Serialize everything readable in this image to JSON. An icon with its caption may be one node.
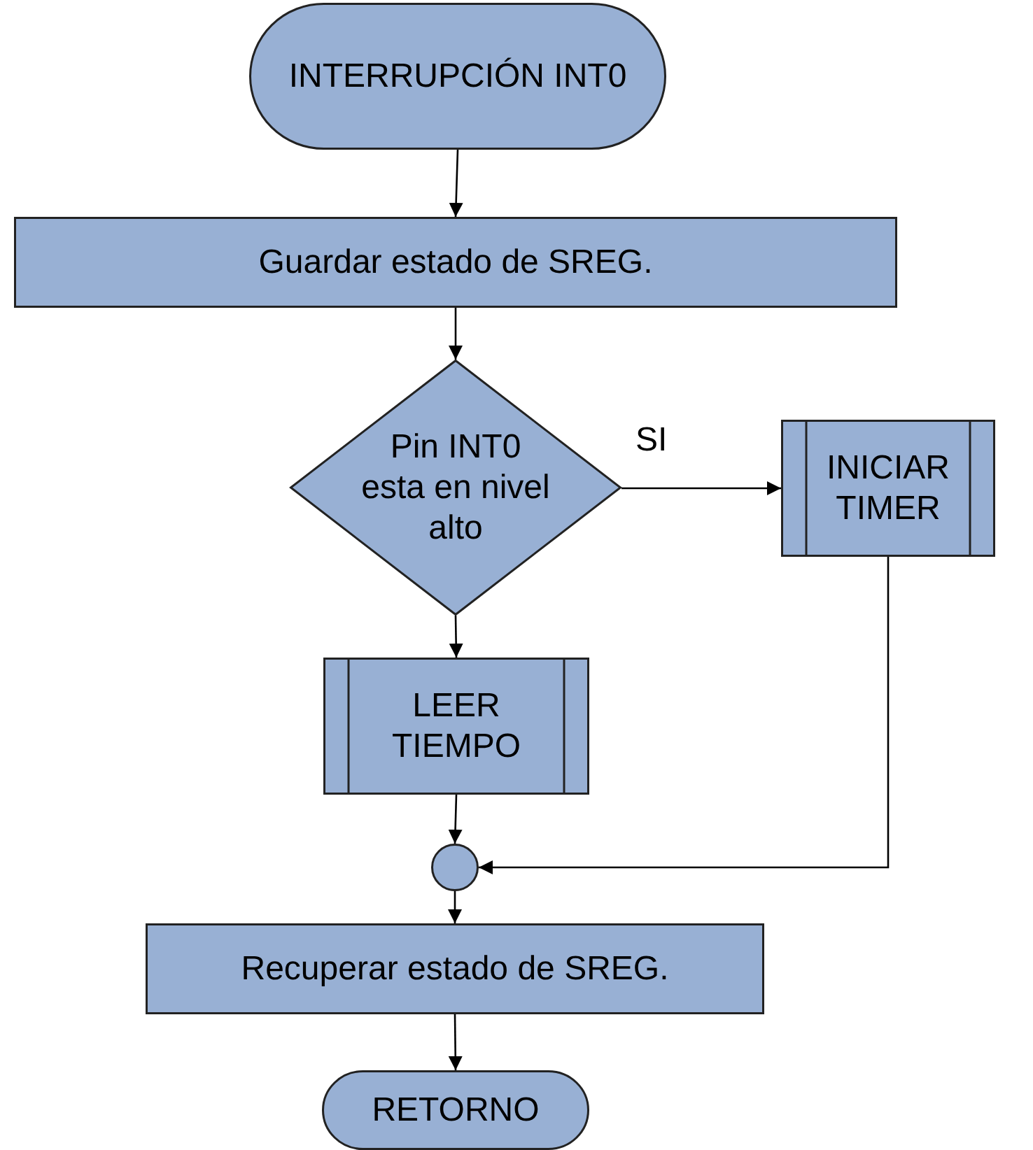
{
  "diagram": {
    "nodes": [
      {
        "text": [
          "INTERRUPCIÓN INT0"
        ]
      },
      {
        "text": [
          "Guardar estado de SREG."
        ]
      },
      {
        "text": [
          "Pin INT0 esta en nivel alto"
        ]
      },
      {
        "text": [
          "INICIAR TIMER"
        ]
      },
      {
        "text": [
          "LEER TIEMPO"
        ]
      },
      {
        "text": [],
        "shape": "circle"
      },
      {
        "text": [
          "Recuperar estado de SREG."
        ]
      },
      {
        "text": [
          "RETORNO"
        ]
      }
    ],
    "edges": [
      {
        "from": 0,
        "to": 1,
        "arrow": "to"
      },
      {
        "from": 1,
        "to": 2,
        "arrow": "to"
      },
      {
        "from": 2,
        "to": 3,
        "arrow": "to",
        "label": "SI"
      },
      {
        "from": 2,
        "to": 4,
        "arrow": "to"
      },
      {
        "from": 4,
        "to": 5,
        "arrow": "to"
      },
      {
        "from": 3,
        "to": 5,
        "arrow": "to"
      },
      {
        "from": 5,
        "to": 6,
        "arrow": "to"
      },
      {
        "from": 6,
        "to": 7,
        "arrow": "to"
      }
    ]
  }
}
